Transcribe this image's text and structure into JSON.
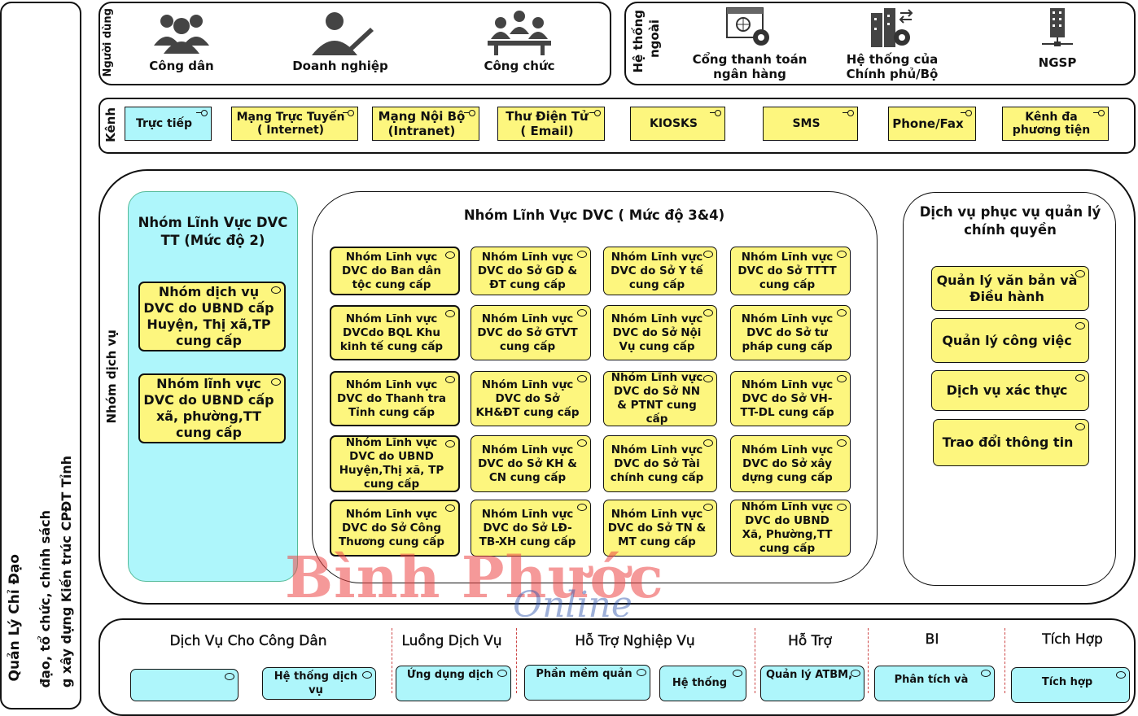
{
  "left_labels": {
    "line1": "Quản Lý Chỉ Đạo",
    "line2": "đạo, tổ chức, chính sách",
    "line3": "g xây dựng Kiến trúc CPĐT Tỉnh"
  },
  "users": {
    "label": "Người dùng",
    "items": [
      {
        "label": "Công dân",
        "icon": "citizen-group-icon"
      },
      {
        "label": "Doanh nghiệp",
        "icon": "business-person-icon"
      },
      {
        "label": "Công chức",
        "icon": "meeting-group-icon"
      }
    ]
  },
  "external": {
    "label_line1": "Hệ thống",
    "label_line2": "ngoài",
    "items": [
      {
        "label_line1": "Cổng thanh toán",
        "label_line2": "ngân hàng",
        "icon": "web-gear-icon"
      },
      {
        "label_line1": "Hệ thống của",
        "label_line2": "Chính phủ/Bộ",
        "icon": "building-gear-icon"
      },
      {
        "label_line1": "NGSP",
        "label_line2": "",
        "icon": "building-network-icon"
      }
    ]
  },
  "channels": {
    "label": "Kênh",
    "items": [
      {
        "line1": "Trực tiếp",
        "line2": ""
      },
      {
        "line1": "Mạng Trực Tuyến",
        "line2": "( Internet)"
      },
      {
        "line1": "Mạng Nội Bộ",
        "line2": "(Intranet)"
      },
      {
        "line1": "Thư Điện Tử",
        "line2": "( Email)"
      },
      {
        "line1": "KIOSKS",
        "line2": ""
      },
      {
        "line1": "SMS",
        "line2": ""
      },
      {
        "line1": "Phone/Fax",
        "line2": ""
      },
      {
        "line1": "Kênh đa",
        "line2": "phương tiện"
      }
    ]
  },
  "service_group": {
    "label": "Nhóm dịch vụ",
    "level2": {
      "title": "Nhóm Lĩnh Vực DVC TT (Mức độ 2)",
      "items": [
        "Nhóm dịch vụ DVC do UBND cấp Huyện, Thị xã,TP cung cấp",
        "Nhóm lĩnh vực DVC do UBND cấp xã, phường,TT cung cấp"
      ]
    },
    "level34": {
      "title": "Nhóm Lĩnh Vực DVC ( Mức độ 3&4)",
      "items": [
        "Nhóm Lĩnh vực DVC do Ban dân tộc cung cấp",
        "Nhóm Lĩnh vực DVC do Sở GD & ĐT cung cấp",
        "Nhóm Lĩnh vực DVC do Sở Y tế cung cấp",
        "Nhóm Lĩnh vực DVC do Sở TTTT cung cấp",
        "Nhóm Lĩnh vực DVCdo BQL Khu kinh tế cung cấp",
        "Nhóm Lĩnh vực DVC do Sở GTVT cung cấp",
        "Nhóm Lĩnh vực DVC do Sở Nội Vụ cung cấp",
        "Nhóm Lĩnh vực DVC do Sở tư pháp cung cấp",
        "Nhóm Lĩnh vực DVC do Thanh tra Tỉnh cung cấp",
        "Nhóm Lĩnh vực DVC do Sở KH&ĐT cung cấp",
        "Nhóm Lĩnh vực DVC do Sở NN & PTNT cung cấp",
        "Nhóm Lĩnh vực DVC do Sở VH-TT-DL cung cấp",
        "Nhóm Lĩnh vực DVC do UBND Huyện,Thị xã, TP cung cấp",
        "Nhóm Lĩnh vực DVC do Sở KH & CN cung cấp",
        "Nhóm Lĩnh vực DVC do Sở Tài chính cung cấp",
        "Nhóm Lĩnh vực DVC do Sở xây dựng cung cấp",
        "Nhóm Lĩnh vực DVC do Sở Công Thương cung cấp",
        "Nhóm Lĩnh vực DVC do Sở LĐ-TB-XH cung cấp",
        "Nhóm Lĩnh vực DVC do Sở TN & MT cung cấp",
        "Nhóm Lĩnh vực DVC do UBND Xã, Phường,TT cung cấp"
      ]
    },
    "management": {
      "title": "Dịch vụ phục vụ quản lý chính quyền",
      "items": [
        "Quản lý văn bản và Điều hành",
        "Quản lý công việc",
        "Dịch vụ xác thực",
        "Trao đổi thông tin"
      ]
    }
  },
  "bottom": {
    "headers": [
      "Dịch Vụ Cho Công Dân",
      "Luồng Dịch Vụ",
      "Hỗ Trợ Nghiệp Vụ",
      "Hỗ Trợ",
      "BI",
      "Tích Hợp"
    ],
    "boxes": [
      "Hệ thống dịch vụ",
      "Ứng dụng dịch",
      "Phần mềm quản",
      "Hệ thống",
      "Quản lý ATBM,",
      "Phân tích và",
      "Tích hợp"
    ]
  },
  "watermark": {
    "main": "Bình Phước",
    "sub": "Online"
  }
}
